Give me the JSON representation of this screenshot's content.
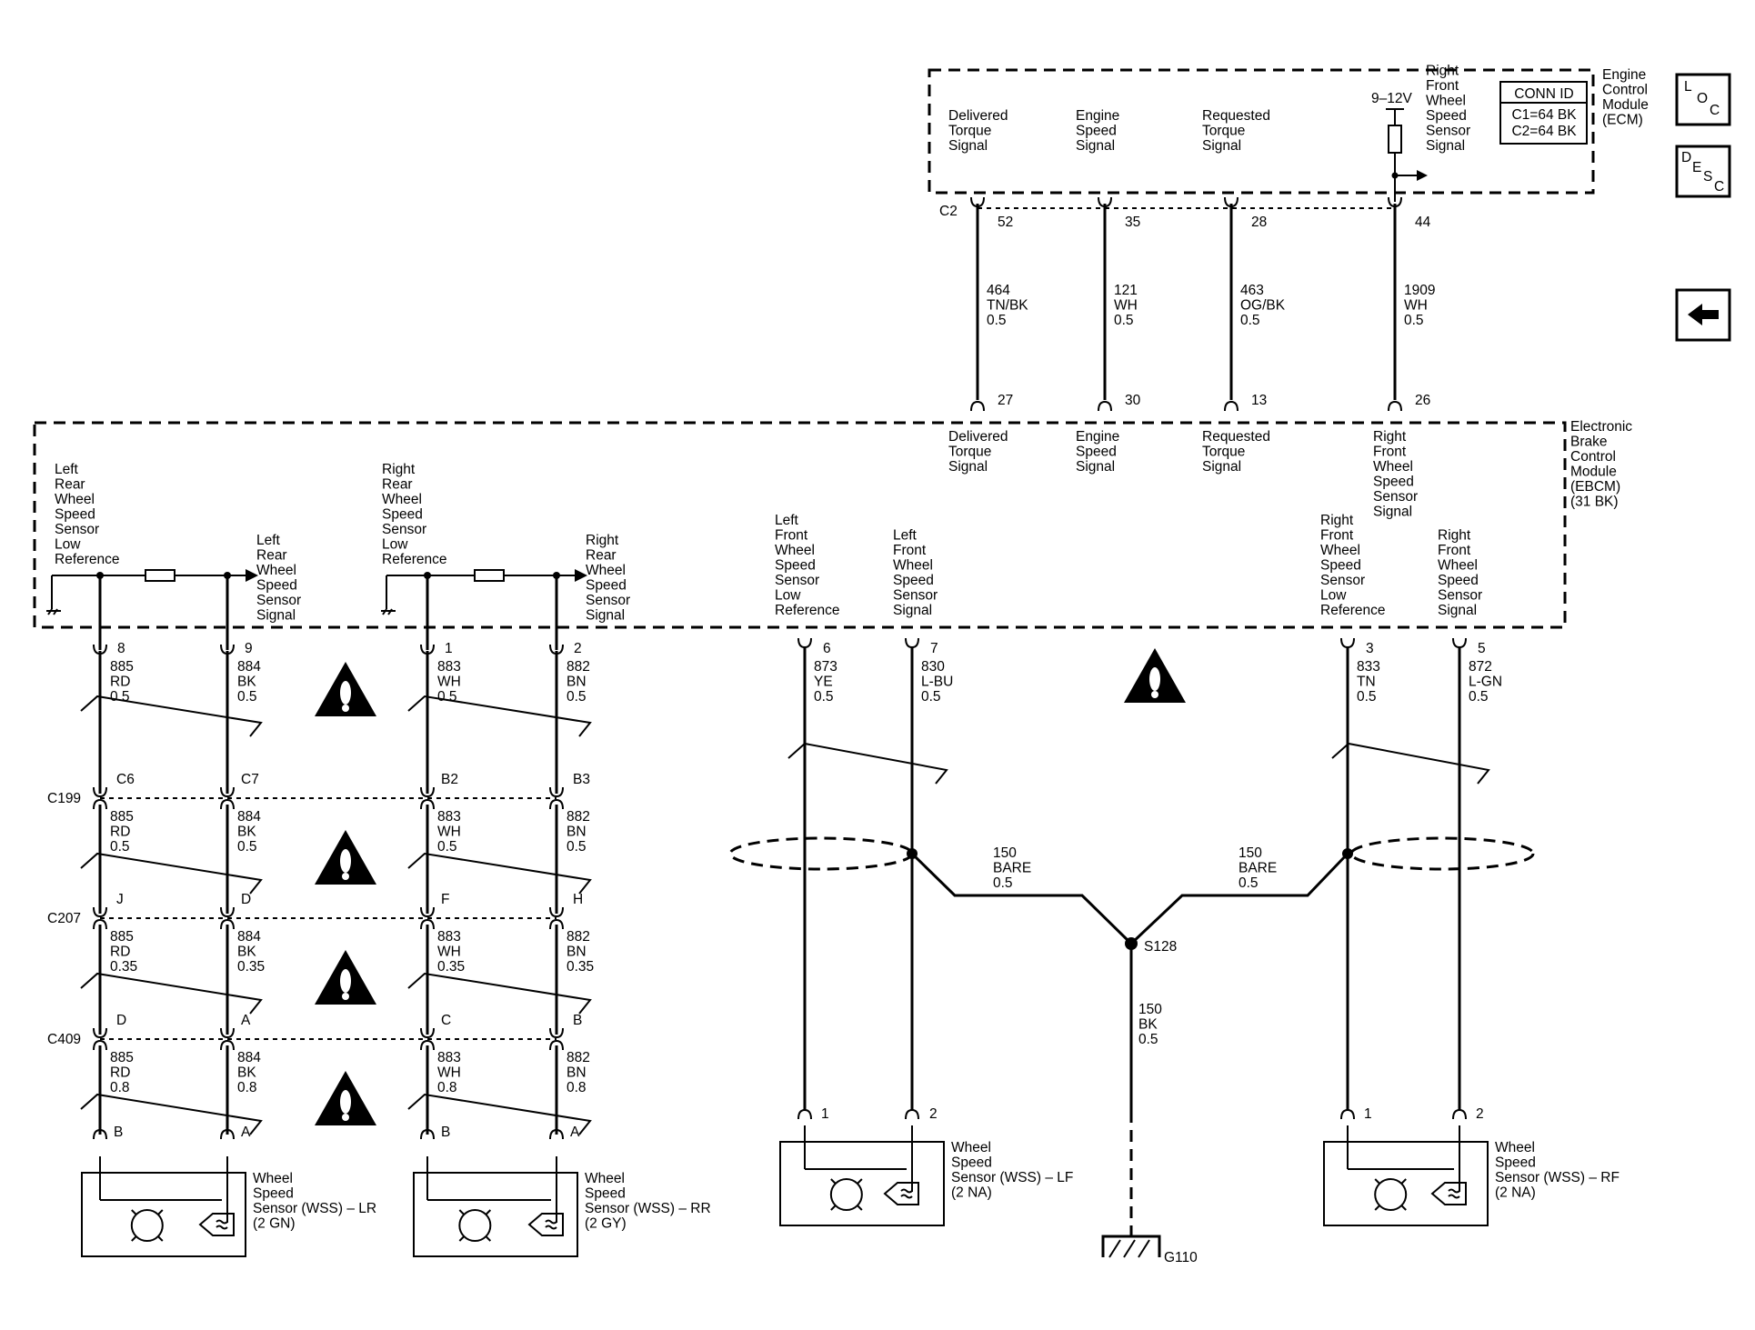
{
  "ecm": {
    "name": [
      "Engine",
      "Control",
      "Module",
      "(ECM)"
    ],
    "conn_id_title": "CONN ID",
    "conn_c1": "C1=64 BK",
    "conn_c2": "C2=64 BK",
    "voltage": "9–12V",
    "connector": "C2",
    "pins": [
      {
        "label": [
          "Delivered",
          "Torque",
          "Signal"
        ],
        "pin": "52"
      },
      {
        "label": [
          "Engine",
          "Speed",
          "Signal"
        ],
        "pin": "35"
      },
      {
        "label": [
          "Requested",
          "Torque",
          "Signal"
        ],
        "pin": "28"
      },
      {
        "label": [
          "Right",
          "Front",
          "Wheel",
          "Speed",
          "Sensor",
          "Signal"
        ],
        "pin": "44"
      }
    ]
  },
  "nav": {
    "loc": [
      "L",
      "O",
      "C"
    ],
    "desc": [
      "D",
      "E",
      "S",
      "C"
    ],
    "back_glyph": "←"
  },
  "ecm_ebcm_wires": [
    {
      "circuit": "464",
      "color": "TN/BK",
      "size": "0.5",
      "ebcm_pin": "27"
    },
    {
      "circuit": "121",
      "color": "WH",
      "size": "0.5",
      "ebcm_pin": "30"
    },
    {
      "circuit": "463",
      "color": "OG/BK",
      "size": "0.5",
      "ebcm_pin": "13"
    },
    {
      "circuit": "1909",
      "color": "WH",
      "size": "0.5",
      "ebcm_pin": "26"
    }
  ],
  "ebcm": {
    "name": [
      "Electronic",
      "Brake",
      "Control",
      "Module",
      "(EBCM)",
      "(31 BK)"
    ],
    "top_labels": [
      [
        "Delivered",
        "Torque",
        "Signal"
      ],
      [
        "Engine",
        "Speed",
        "Signal"
      ],
      [
        "Requested",
        "Torque",
        "Signal"
      ],
      [
        "Right",
        "Front",
        "Wheel",
        "Speed",
        "Sensor",
        "Signal"
      ]
    ],
    "lr_low": [
      "Left",
      "Rear",
      "Wheel",
      "Speed",
      "Sensor",
      "Low",
      "Reference"
    ],
    "lr_sig": [
      "Left",
      "Rear",
      "Wheel",
      "Speed",
      "Sensor",
      "Signal"
    ],
    "rr_low": [
      "Right",
      "Rear",
      "Wheel",
      "Speed",
      "Sensor",
      "Low",
      "Reference"
    ],
    "rr_sig": [
      "Right",
      "Rear",
      "Wheel",
      "Speed",
      "Sensor",
      "Signal"
    ],
    "lf_low": [
      "Left",
      "Front",
      "Wheel",
      "Speed",
      "Sensor",
      "Low",
      "Reference"
    ],
    "lf_sig": [
      "Left",
      "Front",
      "Wheel",
      "Speed",
      "Sensor",
      "Signal"
    ],
    "rf_low": [
      "Right",
      "Front",
      "Wheel",
      "Speed",
      "Sensor",
      "Low",
      "Reference"
    ],
    "rf_sig": [
      "Right",
      "Front",
      "Wheel",
      "Speed",
      "Sensor",
      "Signal"
    ]
  },
  "rear_pins": [
    "8",
    "9",
    "1",
    "2"
  ],
  "rear_segments": [
    {
      "wires": [
        [
          "885",
          "RD",
          "0.5"
        ],
        [
          "884",
          "BK",
          "0.5"
        ],
        [
          "883",
          "WH",
          "0.5"
        ],
        [
          "882",
          "BN",
          "0.5"
        ]
      ]
    },
    {
      "connector": "C199",
      "pins": [
        "C6",
        "C7",
        "B2",
        "B3"
      ],
      "wires": [
        [
          "885",
          "RD",
          "0.5"
        ],
        [
          "884",
          "BK",
          "0.5"
        ],
        [
          "883",
          "WH",
          "0.5"
        ],
        [
          "882",
          "BN",
          "0.5"
        ]
      ]
    },
    {
      "connector": "C207",
      "pins": [
        "J",
        "D",
        "F",
        "H"
      ],
      "wires": [
        [
          "885",
          "RD",
          "0.35"
        ],
        [
          "884",
          "BK",
          "0.35"
        ],
        [
          "883",
          "WH",
          "0.35"
        ],
        [
          "882",
          "BN",
          "0.35"
        ]
      ]
    },
    {
      "connector": "C409",
      "pins": [
        "D",
        "A",
        "C",
        "B"
      ],
      "wires": [
        [
          "885",
          "RD",
          "0.8"
        ],
        [
          "884",
          "BK",
          "0.8"
        ],
        [
          "883",
          "WH",
          "0.8"
        ],
        [
          "882",
          "BN",
          "0.8"
        ]
      ]
    }
  ],
  "rear_sensor_pins": [
    "B",
    "A",
    "B",
    "A"
  ],
  "front_wires": [
    {
      "pin": "6",
      "w": [
        "873",
        "YE",
        "0.5"
      ]
    },
    {
      "pin": "7",
      "w": [
        "830",
        "L-BU",
        "0.5"
      ]
    },
    {
      "pin": "3",
      "w": [
        "833",
        "TN",
        "0.5"
      ]
    },
    {
      "pin": "5",
      "w": [
        "872",
        "L-GN",
        "0.5"
      ]
    }
  ],
  "shield_wires": {
    "left": [
      "150",
      "BARE",
      "0.5"
    ],
    "right": [
      "150",
      "BARE",
      "0.5"
    ],
    "down": [
      "150",
      "BK",
      "0.5"
    ],
    "splice": "S128",
    "ground": "G110"
  },
  "sensors": [
    {
      "id": "lr",
      "name": [
        "Wheel",
        "Speed",
        "Sensor (WSS) – LR",
        "(2 GN)"
      ]
    },
    {
      "id": "rr",
      "name": [
        "Wheel",
        "Speed",
        "Sensor (WSS) – RR",
        "(2 GY)"
      ]
    },
    {
      "id": "lf",
      "name": [
        "Wheel",
        "Speed",
        "Sensor (WSS) – LF",
        "(2 NA)"
      ],
      "pins": [
        "1",
        "2"
      ]
    },
    {
      "id": "rf",
      "name": [
        "Wheel",
        "Speed",
        "Sensor (WSS) – RF",
        "(2 NA)"
      ],
      "pins": [
        "1",
        "2"
      ]
    }
  ]
}
